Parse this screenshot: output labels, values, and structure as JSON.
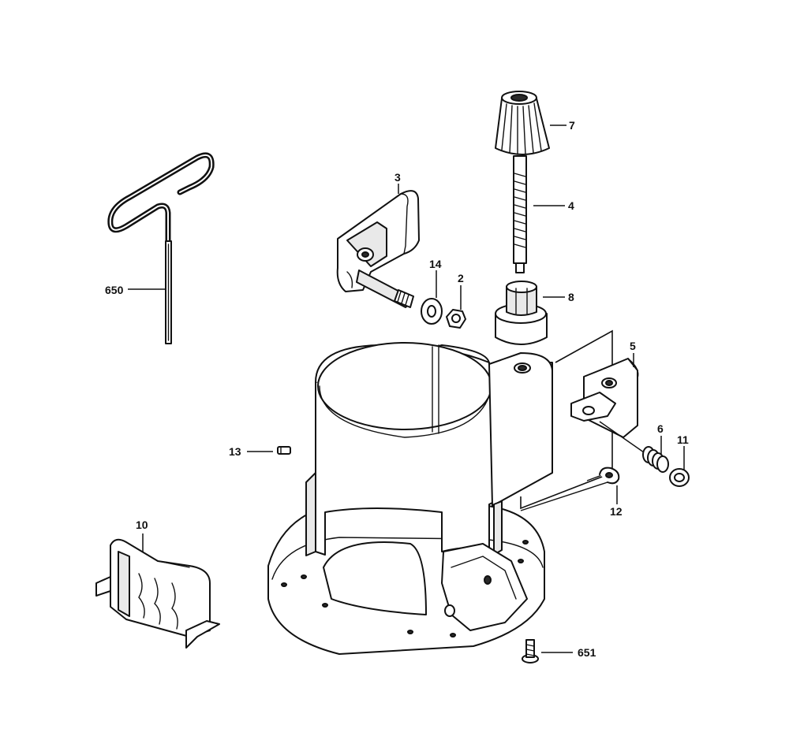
{
  "diagram": {
    "labels": {
      "part_650": "650",
      "part_3": "3",
      "part_14": "14",
      "part_2": "2",
      "part_7": "7",
      "part_4": "4",
      "part_8": "8",
      "part_5": "5",
      "part_6": "6",
      "part_11": "11",
      "part_12": "12",
      "part_13": "13",
      "part_10": "10",
      "part_651": "651"
    }
  }
}
